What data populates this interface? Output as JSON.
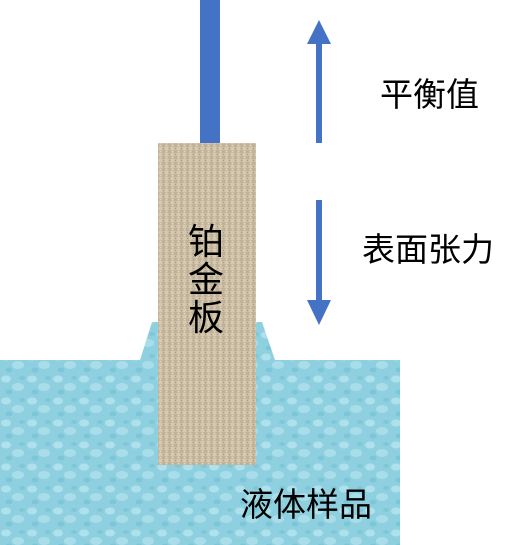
{
  "labels": {
    "balance_value": "平衡值",
    "surface_tension": "表面张力",
    "platinum_plate": "铂金板",
    "liquid_sample": "液体样品"
  },
  "colors": {
    "rod": "#4472c4",
    "arrow": "#4472c4",
    "liquid": "#8fd0e0",
    "liquid_highlight": "#c8eef5",
    "plate": "#c8b9a0",
    "plate_texture": "#a89880",
    "text": "#000000"
  }
}
